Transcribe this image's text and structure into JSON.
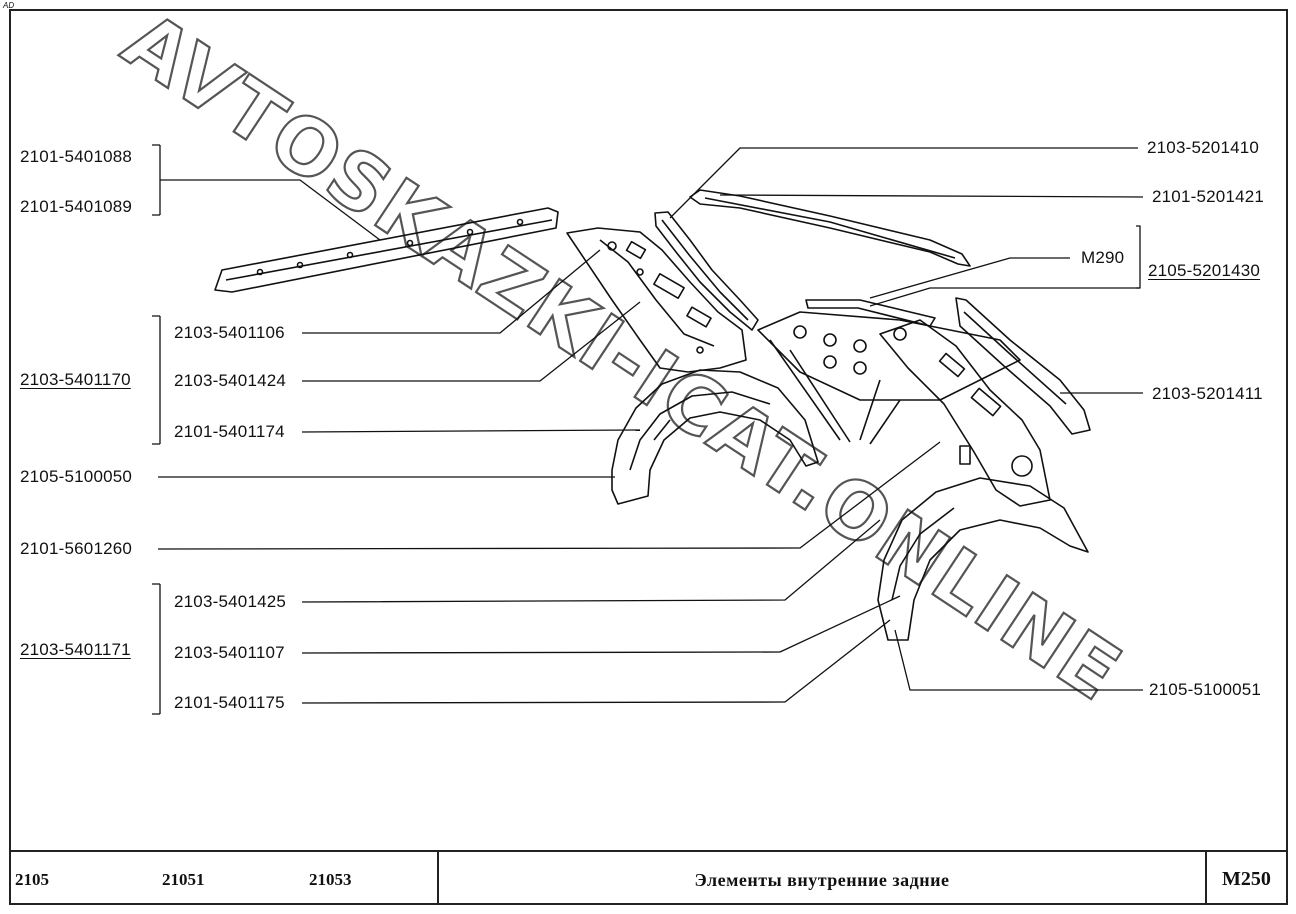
{
  "corner_mark": "AD",
  "watermark": "AVTOSKAZKI-ICAT.ONLINE",
  "labels": {
    "p2101_5401088": "2101-5401088",
    "p2101_5401089": "2101-5401089",
    "p2103_5401106": "2103-5401106",
    "p2103_5401170": "2103-5401170",
    "p2103_5401424": "2103-5401424",
    "p2101_5401174": "2101-5401174",
    "p2105_5100050": "2105-5100050",
    "p2101_5601260": "2101-5601260",
    "p2103_5401425": "2103-5401425",
    "p2103_5401171": "2103-5401171",
    "p2103_5401107": "2103-5401107",
    "p2101_5401175": "2101-5401175",
    "p2103_5201410": "2103-5201410",
    "p2101_5201421": "2101-5201421",
    "m290": "M290",
    "p2105_5201430": "2105-5201430",
    "p2103_5201411": "2103-5201411",
    "p2105_5100051": "2105-5100051"
  },
  "footer": {
    "models": [
      "2105",
      "21051",
      "21053"
    ],
    "title": "Элементы внутренние задние",
    "code": "M250"
  }
}
